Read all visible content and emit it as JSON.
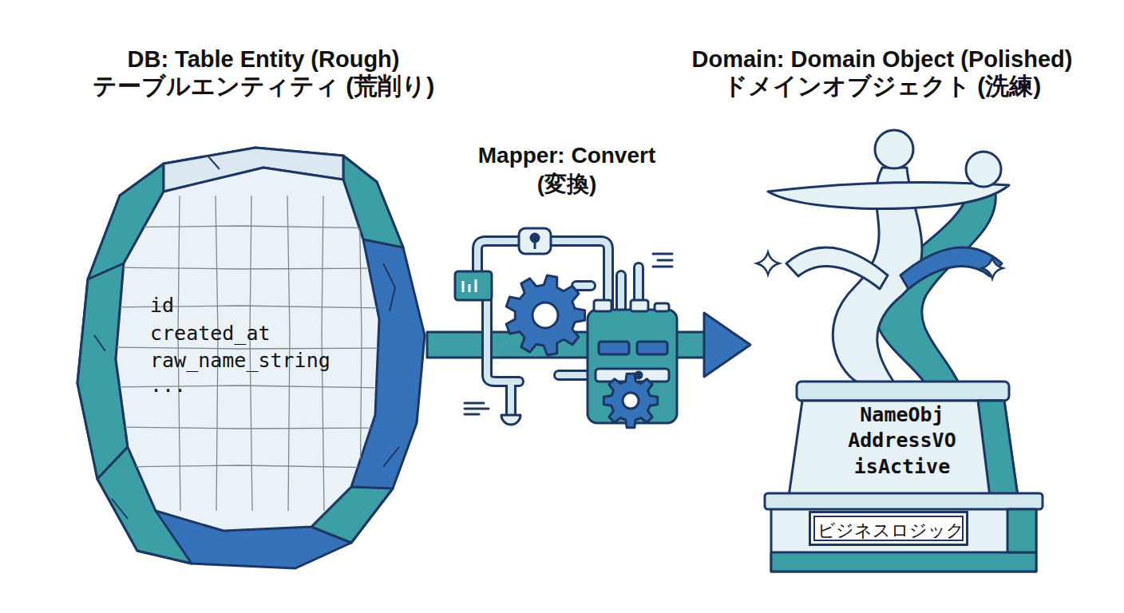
{
  "diagram": {
    "nodes": [
      {
        "text": [
          "DB: Table Entity (Rough)",
          "テーブルエンティティ (荒削り)",
          "id",
          "created_at",
          "raw_name_string",
          "..."
        ]
      },
      {
        "text": [
          "Mapper: Convert",
          "(変換)"
        ]
      },
      {
        "text": [
          "Domain: Domain Object (Polished)",
          "ドメインオブジェクト (洗練)",
          "NameObj",
          "AddressVO",
          "isActive"
        ]
      },
      {
        "text": [
          "ビジネスロジック"
        ],
        "in": 2
      }
    ],
    "edges": [
      {
        "from": 0,
        "to": 2,
        "arrow": "to"
      }
    ]
  }
}
